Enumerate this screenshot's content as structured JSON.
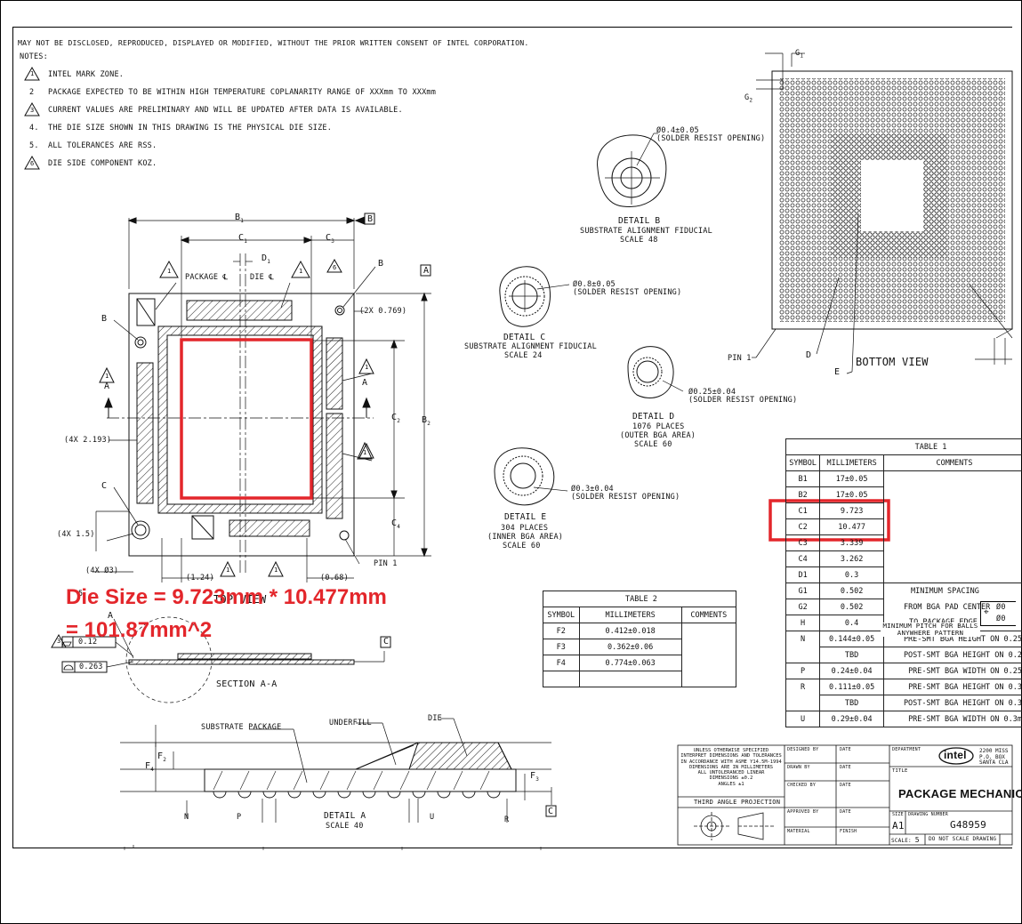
{
  "header": {
    "disclaimer": "MAY NOT BE DISCLOSED, REPRODUCED, DISPLAYED OR MODIFIED, WITHOUT THE PRIOR WRITTEN CONSENT OF INTEL CORPORATION.",
    "notes_label": "NOTES:",
    "notes": [
      {
        "marker": "1",
        "flag": true,
        "text": "INTEL MARK ZONE."
      },
      {
        "marker": "2",
        "flag": false,
        "text": "PACKAGE EXPECTED TO BE WITHIN HIGH TEMPERATURE COPLANARITY RANGE OF XXXmm TO XXXmm"
      },
      {
        "marker": "3",
        "flag": true,
        "text": "CURRENT VALUES ARE PRELIMINARY AND WILL BE UPDATED AFTER DATA IS AVAILABLE."
      },
      {
        "marker": "4.",
        "flag": false,
        "text": "THE DIE SIZE SHOWN IN THIS DRAWING IS THE PHYSICAL DIE SIZE."
      },
      {
        "marker": "5.",
        "flag": false,
        "text": "ALL TOLERANCES ARE RSS."
      },
      {
        "marker": "6",
        "flag": true,
        "text": "DIE SIDE COMPONENT KOZ."
      }
    ]
  },
  "top_view": {
    "b1": "B",
    "b1_sub": "1",
    "c1": "C",
    "c1_sub": "1",
    "c3": "C",
    "c3_sub": "3",
    "d1": "D",
    "d1_sub": "1",
    "c2": "C",
    "c2_sub": "2",
    "b2": "B",
    "b2_sub": "2",
    "c4": "C",
    "c4_sub": "4",
    "package_cl": "PACKAGE ℄",
    "die_cl": "DIE ℄",
    "datum_b": "B",
    "datum_a": "A",
    "datum_c": "C",
    "label_b": "B",
    "label_c": "C",
    "x2_0769": "(2X 0.769)",
    "x4_2193": "(4X 2.193)",
    "x4_15": "(4X 1.5)",
    "x4_dia3": "(4X Ø3)",
    "dim_124": "(1.24)",
    "dim_068": "(0.68)",
    "pin1": "PIN 1",
    "section_a_left": "A",
    "section_a_right": "A",
    "title": "TOP VIEW",
    "x1": "1",
    "x5": "5",
    "x6": "6"
  },
  "annotation": {
    "line1": "Die Size = 9.723mm * 10.477mm",
    "line2": "= 101.87mm^2",
    "color": "#e3262b"
  },
  "section": {
    "fcf1": "0.12",
    "fcf2": "0.263",
    "datum": "C",
    "title": "SECTION A-A",
    "a_label": "A",
    "flag": "3"
  },
  "details": {
    "b": {
      "dia": "Ø0.4±0.05",
      "sub": "(SOLDER RESIST OPENING)",
      "title": "DETAIL B",
      "l2": "SUBSTRATE ALIGNMENT FIDUCIAL",
      "l3": "SCALE 48"
    },
    "c": {
      "dia": "Ø0.8±0.05",
      "sub": "(SOLDER RESIST OPENING)",
      "title": "DETAIL C",
      "l2": "SUBSTRATE ALIGNMENT FIDUCIAL",
      "l3": "SCALE 24"
    },
    "d": {
      "dia": "Ø0.25±0.04",
      "sub": "(SOLDER RESIST OPENING)",
      "title": "DETAIL D",
      "l2": "1076 PLACES",
      "l3": "(OUTER BGA AREA)",
      "l4": "SCALE 60"
    },
    "e": {
      "dia": "Ø0.3±0.04",
      "sub": "(SOLDER RESIST OPENING)",
      "title": "DETAIL E",
      "l2": "304 PLACES",
      "l3": "(INNER BGA AREA)",
      "l4": "SCALE 60"
    }
  },
  "bottom_view": {
    "title": "BOTTOM VIEW",
    "pin1": "PIN 1",
    "d": "D",
    "e": "E",
    "g1": "G",
    "g1_sub": "1",
    "g2": "G",
    "g2_sub": "2"
  },
  "table1": {
    "title": "TABLE 1",
    "headers": [
      "SYMBOL",
      "MILLIMETERS",
      "COMMENTS"
    ],
    "rows": [
      {
        "s": "B1",
        "v": "17±0.05",
        "c": ""
      },
      {
        "s": "B2",
        "v": "17±0.05",
        "c": ""
      },
      {
        "s": "C1",
        "v": "9.723",
        "c": ""
      },
      {
        "s": "C2",
        "v": "10.477",
        "c": ""
      },
      {
        "s": "C3",
        "v": "3.339",
        "c": ""
      },
      {
        "s": "C4",
        "v": "3.262",
        "c": ""
      },
      {
        "s": "D1",
        "v": "0.3",
        "c": ""
      },
      {
        "s": "G1",
        "v": "0.502",
        "c": "MINIMUM SPACING"
      },
      {
        "s": "G2",
        "v": "0.502",
        "c": "FROM BGA PAD CENTER"
      },
      {
        "s": "H",
        "v": "0.4",
        "c": "TO PACKAGE EDGE"
      },
      {
        "s": "N",
        "v": "0.144±0.05",
        "c": "PRE-SMT BGA HEIGHT ON 0.25"
      },
      {
        "s": "",
        "v": "TBD",
        "c": "POST-SMT BGA HEIGHT ON 0.2"
      },
      {
        "s": "P",
        "v": "0.24±0.04",
        "c": "PRE-SMT BGA WIDTH ON 0.25"
      },
      {
        "s": "R",
        "v": "0.111±0.05",
        "c": "PRE-SMT BGA HEIGHT ON 0.3"
      },
      {
        "s": "",
        "v": "TBD",
        "c": "POST-SMT BGA HEIGHT ON 0.3"
      },
      {
        "s": "U",
        "v": "0.29±0.04",
        "c": "PRE-SMT BGA WIDTH ON 0.3m"
      }
    ],
    "h_comment": "MINIMUM PITCH FOR BALLS ANYWHERE PATTERN",
    "fcf_a": "Ø0",
    "fcf_b": "Ø0"
  },
  "table2": {
    "title": "TABLE 2",
    "headers": [
      "SYMBOL",
      "MILLIMETERS",
      "COMMENTS"
    ],
    "rows": [
      {
        "s": "F2",
        "v": "0.412±0.018"
      },
      {
        "s": "F3",
        "v": "0.362±0.06"
      },
      {
        "s": "F4",
        "v": "0.774±0.063"
      }
    ]
  },
  "detail_a": {
    "substrate": "SUBSTRATE PACKAGE",
    "underfill": "UNDERFILL",
    "die": "DIE",
    "f2": "F",
    "f2_sub": "2",
    "f3": "F",
    "f3_sub": "3",
    "f4": "F",
    "f4_sub": "4",
    "n": "N",
    "p": "P",
    "u": "U",
    "r": "R",
    "datum": "C",
    "title": "DETAIL A",
    "scale": "SCALE 40"
  },
  "title_block": {
    "spec": [
      "UNLESS OTHERWISE SPECIFIED",
      "INTERPRET DIMENSIONS AND TOLERANCES",
      "IN ACCORDANCE WITH ASME Y14.5M-1994",
      "DIMENSIONS ARE IN MILLIMETERS",
      "ALL UNTOLERANCED LINEAR",
      "DIMENSIONS ±0.2",
      "ANGLES ±1"
    ],
    "projection": "THIRD ANGLE PROJECTION",
    "designed": "DESIGNED BY",
    "drawn": "DRAWN BY",
    "checked": "CHECKED BY",
    "approved": "APPROVED BY",
    "material": "MATERIAL",
    "date": "DATE",
    "finish": "FINISH",
    "department": "DEPARTMENT",
    "logo": "intel",
    "address": [
      "2200 MISS",
      "P.O. BOX",
      "SANTA CLA"
    ],
    "title_label": "TITLE",
    "title": "PACKAGE MECHANICAL",
    "size_label": "SIZE",
    "size": "A1",
    "drawing_label": "DRAWING NUMBER",
    "drawing_no": "G48959",
    "scale_label": "SCALE:",
    "scale": "5",
    "note": "DO NOT SCALE DRAWING"
  }
}
